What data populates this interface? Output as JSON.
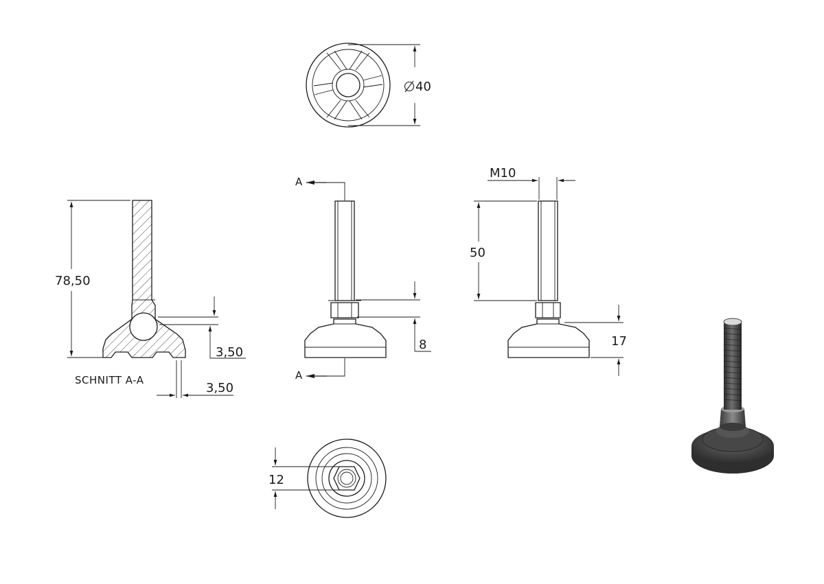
{
  "drawing": {
    "section_label": "SCHNITT A-A",
    "section_marker_top": "A",
    "section_marker_bottom": "A",
    "dim_diameter": "40",
    "dim_height_total": "78,50",
    "dim_gap_small": "3,50",
    "dim_base_offset": "3,50",
    "dim_nut_height": "8",
    "dim_thread": "M10",
    "dim_thread_length": "50",
    "dim_foot_height": "17",
    "dim_hex_width": "12"
  },
  "colors": {
    "line": "#1a1a1a",
    "render_dark": "#3a3a3a",
    "render_mid": "#5a5a5a",
    "render_light": "#d8d8d8"
  }
}
